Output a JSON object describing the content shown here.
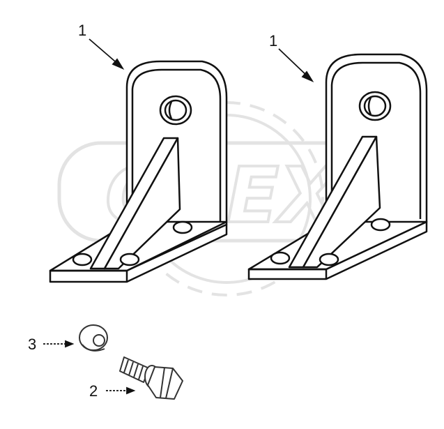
{
  "callouts": {
    "bracket_left": "1",
    "bracket_right": "1",
    "bolt": "2",
    "washer": "3"
  },
  "watermark": {
    "text": "OPEX",
    "color": "#e3e3e3"
  },
  "colors": {
    "line": "#111111",
    "background": "#ffffff"
  }
}
